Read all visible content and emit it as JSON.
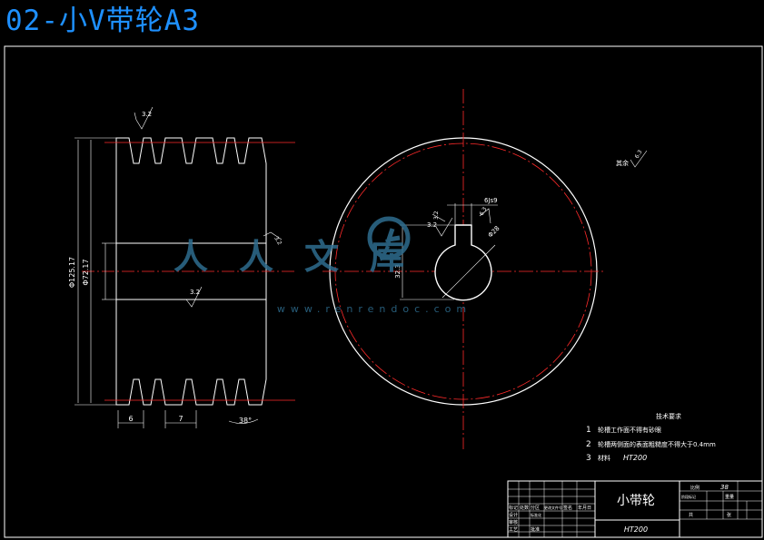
{
  "title": "02-小V带轮A3",
  "watermark": {
    "text": "人人文库",
    "url": "www.renrendoc.com",
    "color": "#2e6d8f"
  },
  "colors": {
    "background": "#000000",
    "title": "#1e90ff",
    "lines": "#ffffff",
    "centerline": "#ff2a2a",
    "callout": "#ffff66"
  },
  "side_view": {
    "dims": {
      "outer_dia": "Φ125.17",
      "inner_dia": "Φ72.17",
      "groove_pitch": "7",
      "groove_offset": "6",
      "groove_angle": "38°"
    },
    "roughness": [
      "3.2",
      "3.2",
      "3.2"
    ]
  },
  "front_view": {
    "keyway_width": "6Js9",
    "bore_depth": "32.3",
    "keyway_roughness": "3.2",
    "bore_label": "Φ28",
    "rough_a": "3.2",
    "rough_b": "6.3"
  },
  "surface_note": {
    "label": "其余",
    "value": "6.3"
  },
  "tech_requirements": {
    "heading": "技术要求",
    "items": [
      {
        "num": "1",
        "text": "轮槽工作面不得有砂眼"
      },
      {
        "num": "2",
        "text": "轮槽两侧面的表面粗糙度不得大于0.4mm"
      },
      {
        "num": "3",
        "text": "材料"
      }
    ],
    "material": "HT200"
  },
  "title_block": {
    "part_name": "小带轮",
    "material": "HT200",
    "scale_label": "比例",
    "scale_value": "38",
    "header_cells": [
      "标记",
      "处数",
      "分区",
      "更改文件号",
      "签名",
      "年月日"
    ],
    "row_labels": [
      "设计",
      "审核",
      "工艺"
    ],
    "std_label": "标准化",
    "approve_label": "批准",
    "stage_label": "阶段标记",
    "weight_label": "重量",
    "count_label": "共",
    "sheet_label": "张"
  }
}
